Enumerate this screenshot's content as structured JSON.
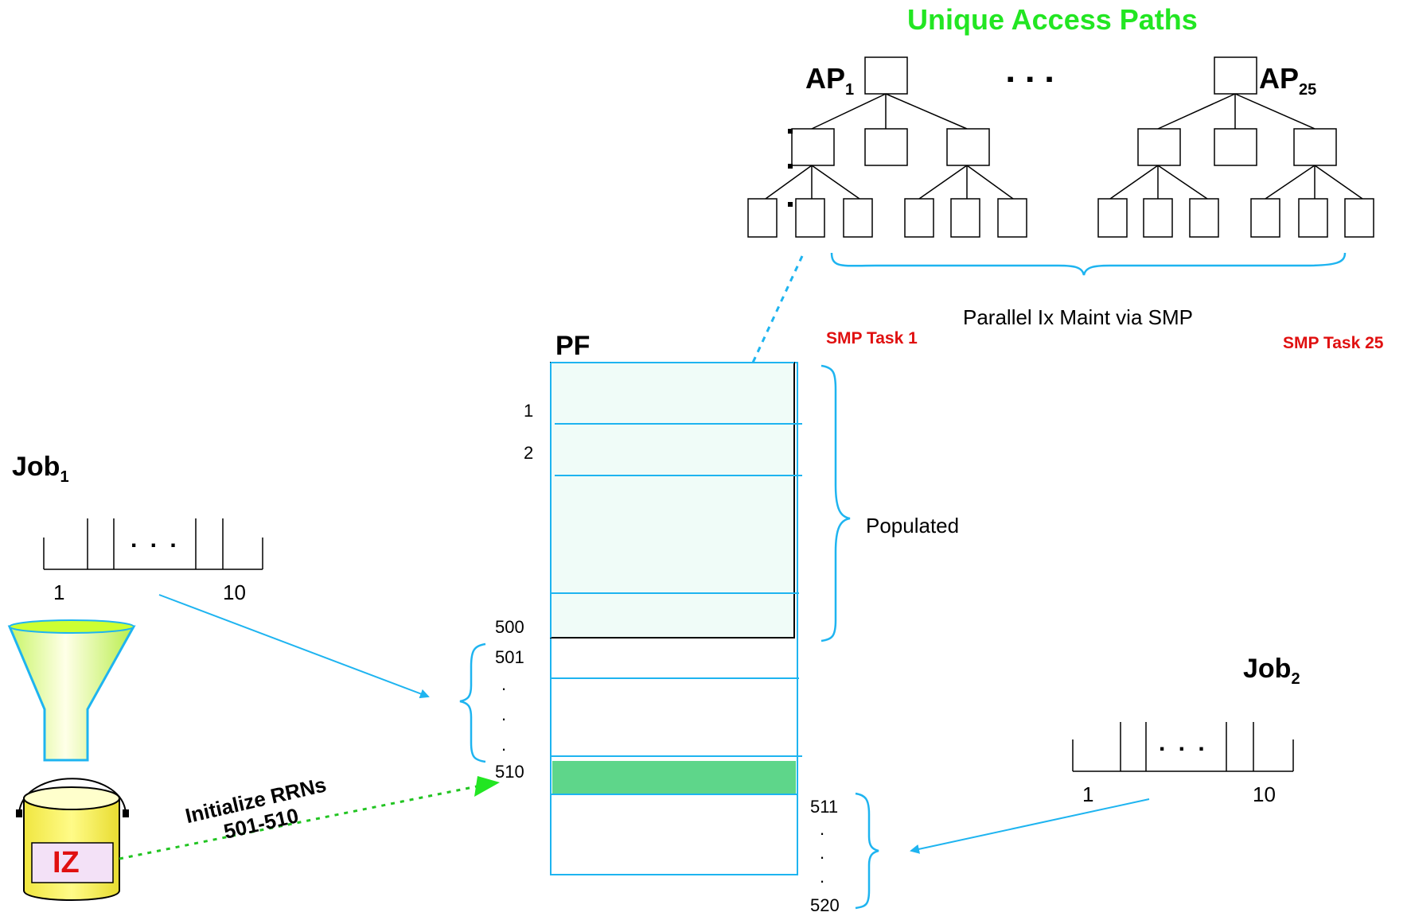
{
  "title": "Unique Access Paths",
  "access_paths": {
    "first": {
      "label": "AP",
      "sub": "1"
    },
    "last": {
      "label": "AP",
      "sub": "25"
    },
    "ellipsis": "▪  ▪  ▪"
  },
  "parallel_label": "Parallel  Ix  Maint via SMP",
  "smp_task_first": "SMP Task 1",
  "smp_task_last": "SMP Task 25",
  "pf": {
    "label": "PF",
    "row_labels": [
      "1",
      "2",
      "500",
      "501",
      ".",
      ".",
      ".",
      "510"
    ],
    "populated_label": "Populated",
    "overflow_labels": [
      "511",
      ".",
      ".",
      ".",
      "520"
    ]
  },
  "job1": {
    "label": "Job",
    "sub": "1",
    "ellipsis": ". . .",
    "start": "1",
    "end": "10"
  },
  "job2": {
    "label": "Job",
    "sub": "2",
    "ellipsis": ". . .",
    "start": "1",
    "end": "10"
  },
  "initialize": {
    "line1": "Initialize RRNs",
    "line2": "501-510"
  },
  "bucket_label": "IZ",
  "colors": {
    "title_green": "#22e622",
    "cyan": "#1eb4f0",
    "pf_fill": "#f0fcf8",
    "highlight_green": "#5ed68a",
    "smp_red": "#e01010",
    "bucket_yellow": "#f5f04a",
    "funnel_green": "#cfff66",
    "iz_label_bg": "#f3e1f7"
  }
}
